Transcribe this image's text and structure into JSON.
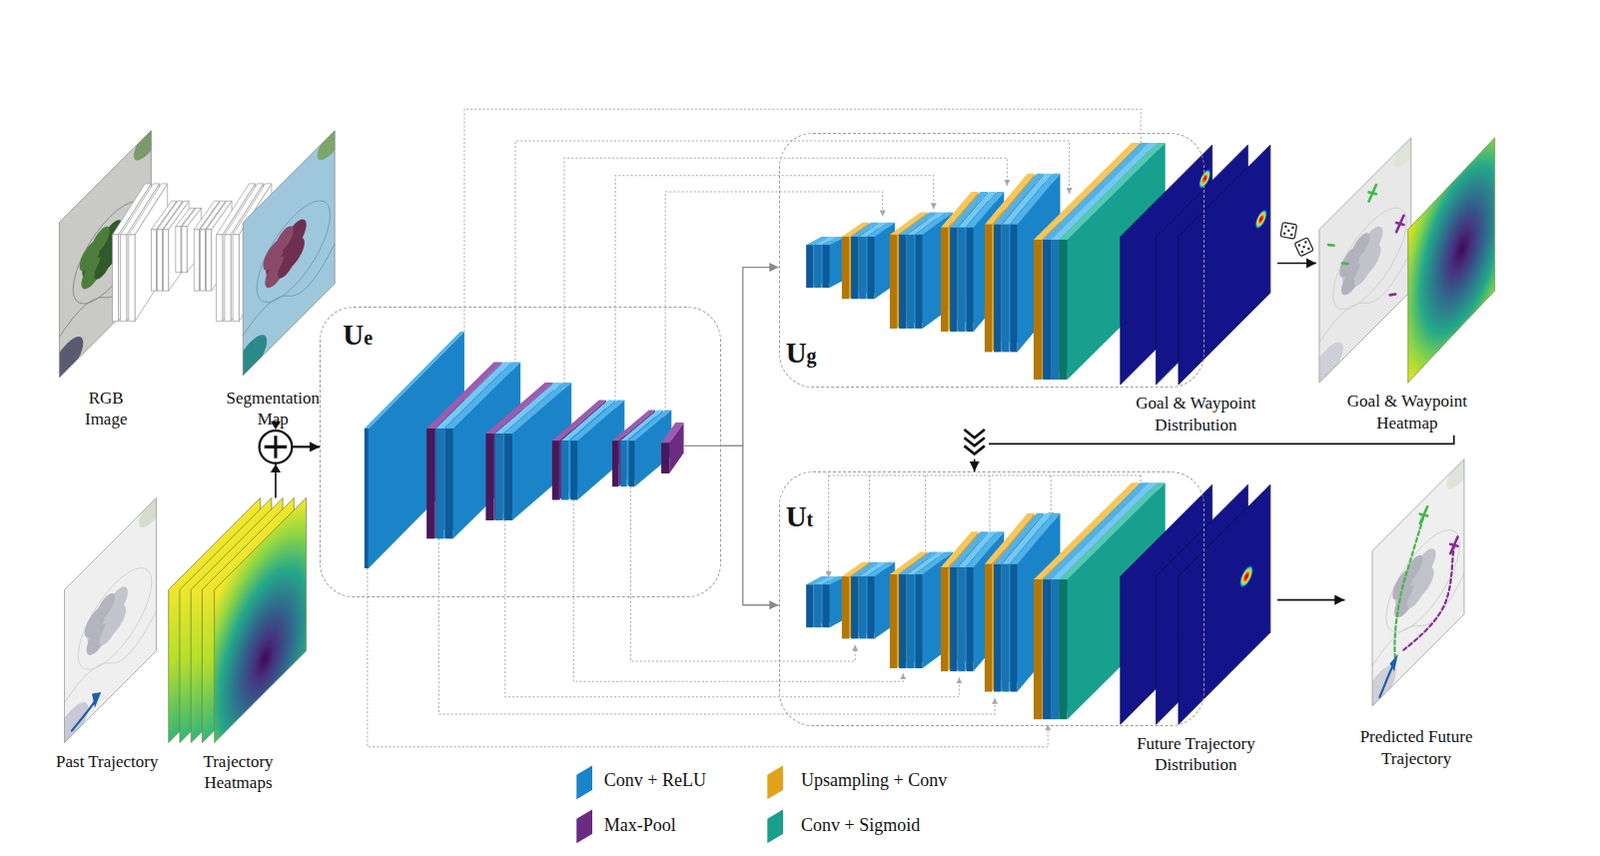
{
  "diagram": {
    "nodes": [
      {
        "text": [
          "RGB Image"
        ]
      },
      {
        "text": [
          "Segmentation Map"
        ]
      },
      {
        "text": [
          "Past Trajectory"
        ]
      },
      {
        "text": [
          "Trajectory Heatmaps"
        ]
      },
      {
        "text": [
          "Ue"
        ]
      },
      {
        "text": [
          "Ug"
        ]
      },
      {
        "text": [
          "Goal & Waypoint Distribution"
        ]
      },
      {
        "text": [
          "Goal & Waypoint Heatmap"
        ]
      },
      {
        "text": [
          "Ut"
        ]
      },
      {
        "text": [
          "Future Trajectory Distribution"
        ]
      },
      {
        "text": [
          "Predicted Future Trajectory"
        ]
      }
    ],
    "edges": [
      {
        "from": 1,
        "to": 4,
        "arrow": "to"
      },
      {
        "from": 3,
        "to": 4,
        "arrow": "to"
      },
      {
        "from": 4,
        "to": 5,
        "arrow": "to"
      },
      {
        "from": 4,
        "to": 8,
        "arrow": "to"
      },
      {
        "from": 6,
        "to": 7,
        "arrow": "to"
      },
      {
        "from": 7,
        "to": 8,
        "arrow": "to"
      },
      {
        "from": 9,
        "to": 10,
        "arrow": "to"
      }
    ],
    "legend": [
      {
        "text": "Conv + ReLU",
        "color": "#1b84c9"
      },
      {
        "text": "Max-Pool",
        "color": "#6b2b82"
      },
      {
        "text": "Upsampling + Conv",
        "color": "#e4a11b"
      },
      {
        "text": "Conv + Sigmoid",
        "color": "#17a08d"
      }
    ]
  }
}
